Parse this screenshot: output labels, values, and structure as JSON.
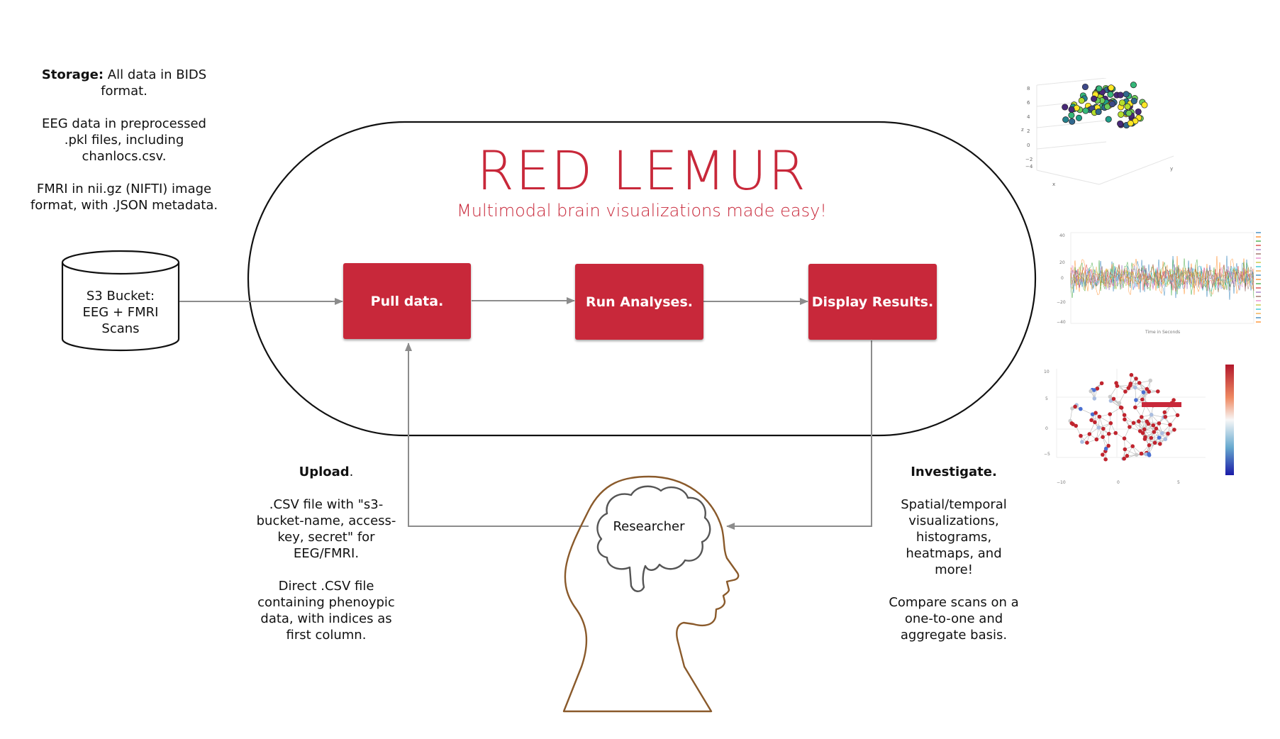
{
  "title": "RED LEMUR",
  "subtitle": "Multimodal brain visualizations made easy!",
  "storage": {
    "heading": "Storage:",
    "line1": "All data in BIDS format.",
    "para2": "EEG data in preprocessed .pkl files, including chanlocs.csv.",
    "para3": "FMRI in nii.gz (NIFTI) image format, with .JSON metadata."
  },
  "bucket": {
    "line1": "S3 Bucket:",
    "line2": "EEG + FMRI",
    "line3": "Scans"
  },
  "steps": [
    "Pull data.",
    "Run Analyses.",
    "Display Results."
  ],
  "researcher": "Researcher",
  "upload": {
    "heading": "Upload",
    "heading_tail": ".",
    "para1": ".CSV file with \"s3-bucket-name, access-key, secret\" for EEG/FMRI.",
    "para2": "Direct .CSV file containing phenoypic data, with indices as first column."
  },
  "investigate": {
    "heading": "Investigate.",
    "para1": "Spatial/temporal visualizations, histograms, heatmaps, and more!",
    "para2": "Compare scans on a one-to-one and aggregate basis."
  },
  "colors": {
    "accent": "#c8283a",
    "head_outline": "#8a5a2b",
    "arrow": "#8c8c8c"
  },
  "thumbnails": [
    "3d-electrode-scatter",
    "eeg-timeseries",
    "connectivity-network"
  ]
}
